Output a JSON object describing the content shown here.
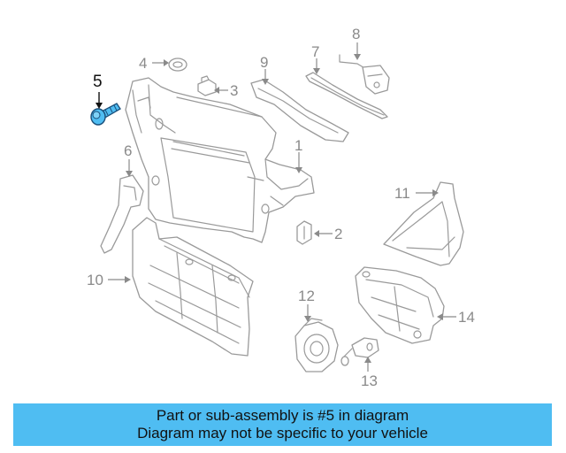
{
  "diagram": {
    "callouts": [
      {
        "id": "1",
        "label": "1"
      },
      {
        "id": "2",
        "label": "2"
      },
      {
        "id": "3",
        "label": "3"
      },
      {
        "id": "4",
        "label": "4"
      },
      {
        "id": "5",
        "label": "5"
      },
      {
        "id": "6",
        "label": "6"
      },
      {
        "id": "7",
        "label": "7"
      },
      {
        "id": "8",
        "label": "8"
      },
      {
        "id": "9",
        "label": "9"
      },
      {
        "id": "10",
        "label": "10"
      },
      {
        "id": "11",
        "label": "11"
      },
      {
        "id": "12",
        "label": "12"
      },
      {
        "id": "13",
        "label": "13"
      },
      {
        "id": "14",
        "label": "14"
      }
    ],
    "highlighted_part": "5",
    "colors": {
      "line": "#9a9a9a",
      "highlight_fill": "#4fbdf2",
      "highlight_stroke": "#1a4f7a",
      "banner": "#4fbdf2"
    }
  },
  "banner": {
    "line1": "Part or sub-assembly is #5 in diagram",
    "line2": "Diagram may not be specific to your vehicle"
  }
}
